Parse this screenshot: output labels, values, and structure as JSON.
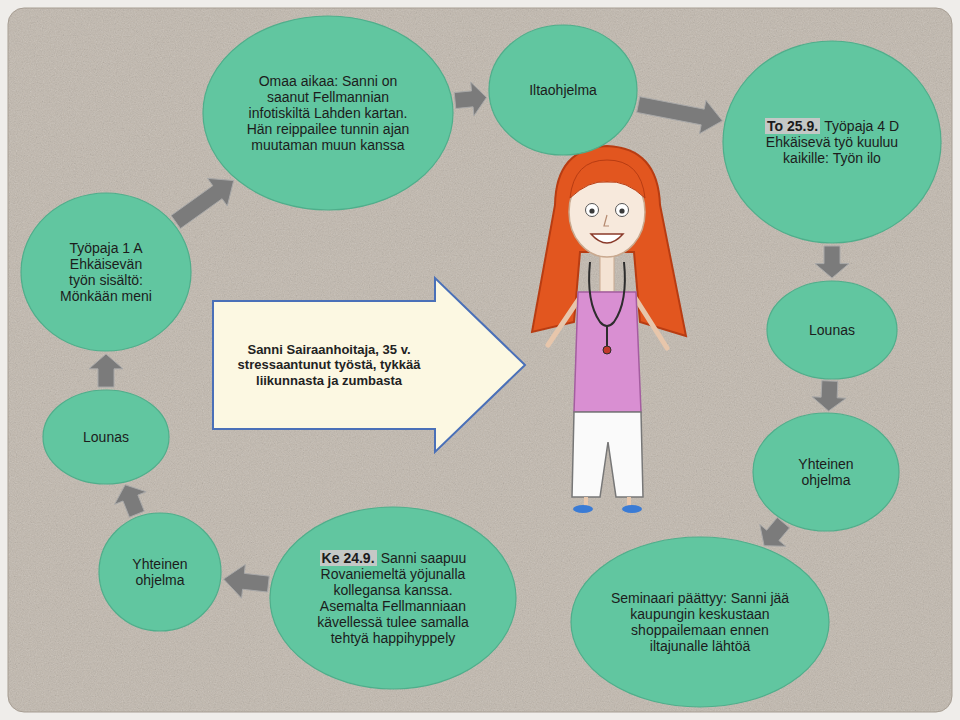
{
  "diagram": {
    "nodes": [
      {
        "text": [
          "Ke 24.9.",
          "Sanni saapuu Rovaniemeltä yöjunalla kollegansa kanssa. Asemalta Fellmanniaan kävellessä tulee samalla tehtyä happihyppely"
        ]
      },
      {
        "text": [
          "Yhteinen ohjelma"
        ]
      },
      {
        "text": [
          "Lounas"
        ]
      },
      {
        "text": [
          "Työpaja 1 A Ehkäisevän työn sisältö: Mönkään meni"
        ]
      },
      {
        "text": [
          "Omaa aikaa: Sanni on saanut Fellmannian infotiskiltä Lahden kartan. Hän reippailee tunnin ajan muutaman muun kanssa"
        ]
      },
      {
        "text": [
          "Iltaohjelma"
        ]
      },
      {
        "text": [
          "To 25.9.",
          "Työpaja 4 D Ehkäisevä työ kuuluu kaikille: Työn ilo"
        ]
      },
      {
        "text": [
          "Lounas"
        ]
      },
      {
        "text": [
          "Yhteinen ohjelma"
        ]
      },
      {
        "text": [
          "Seminaari päättyy: Sanni jää kaupungin keskustaan shoppailemaan ennen iltajunalle lähtöä"
        ]
      },
      {
        "text": [
          "Sanni Sairaanhoitaja, 35 v. stressaantunut työstä, tykkää liikunnasta ja zumbasta"
        ]
      }
    ],
    "edges": [
      {
        "from": 0,
        "to": 1,
        "arrow": "to"
      },
      {
        "from": 1,
        "to": 2,
        "arrow": "to"
      },
      {
        "from": 2,
        "to": 3,
        "arrow": "to"
      },
      {
        "from": 3,
        "to": 4,
        "arrow": "to"
      },
      {
        "from": 4,
        "to": 5,
        "arrow": "to"
      },
      {
        "from": 5,
        "to": 6,
        "arrow": "to"
      },
      {
        "from": 6,
        "to": 7,
        "arrow": "to"
      },
      {
        "from": 7,
        "to": 8,
        "arrow": "to"
      },
      {
        "from": 8,
        "to": 9,
        "arrow": "to"
      }
    ]
  }
}
